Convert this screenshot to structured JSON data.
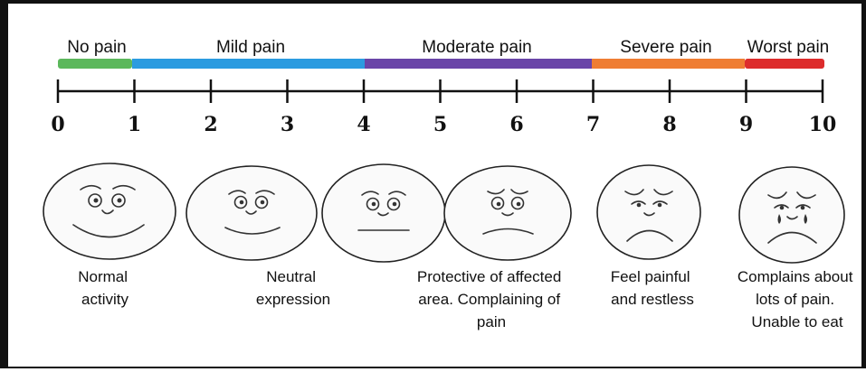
{
  "categories": [
    {
      "label": "No pain",
      "color": "#5cb85c",
      "from": 0,
      "to": 1
    },
    {
      "label": "Mild pain",
      "color": "#2b9be0",
      "from": 1,
      "to": 4
    },
    {
      "label": "Moderate pain",
      "color": "#6a45a8",
      "from": 4,
      "to": 7
    },
    {
      "label": "Severe pain",
      "color": "#ef7d33",
      "from": 7,
      "to": 9
    },
    {
      "label": "Worst pain",
      "color": "#dd2c2c",
      "from": 9,
      "to": 10
    }
  ],
  "ticks": [
    "0",
    "1",
    "2",
    "3",
    "4",
    "5",
    "6",
    "7",
    "8",
    "9",
    "10"
  ],
  "descriptions": [
    {
      "lines": [
        "Normal",
        "activity"
      ]
    },
    {
      "lines": [
        "Neutral",
        "expression"
      ]
    },
    {
      "lines": [
        "Protective of affected",
        "area. Complaining of",
        "pain"
      ]
    },
    {
      "lines": [
        "Feel painful",
        "and restless"
      ]
    },
    {
      "lines": [
        "Complains about",
        "lots of pain.",
        "Unable to eat"
      ]
    }
  ],
  "faces": [
    "smile",
    "slight-smile",
    "neutral",
    "frown",
    "crying"
  ]
}
